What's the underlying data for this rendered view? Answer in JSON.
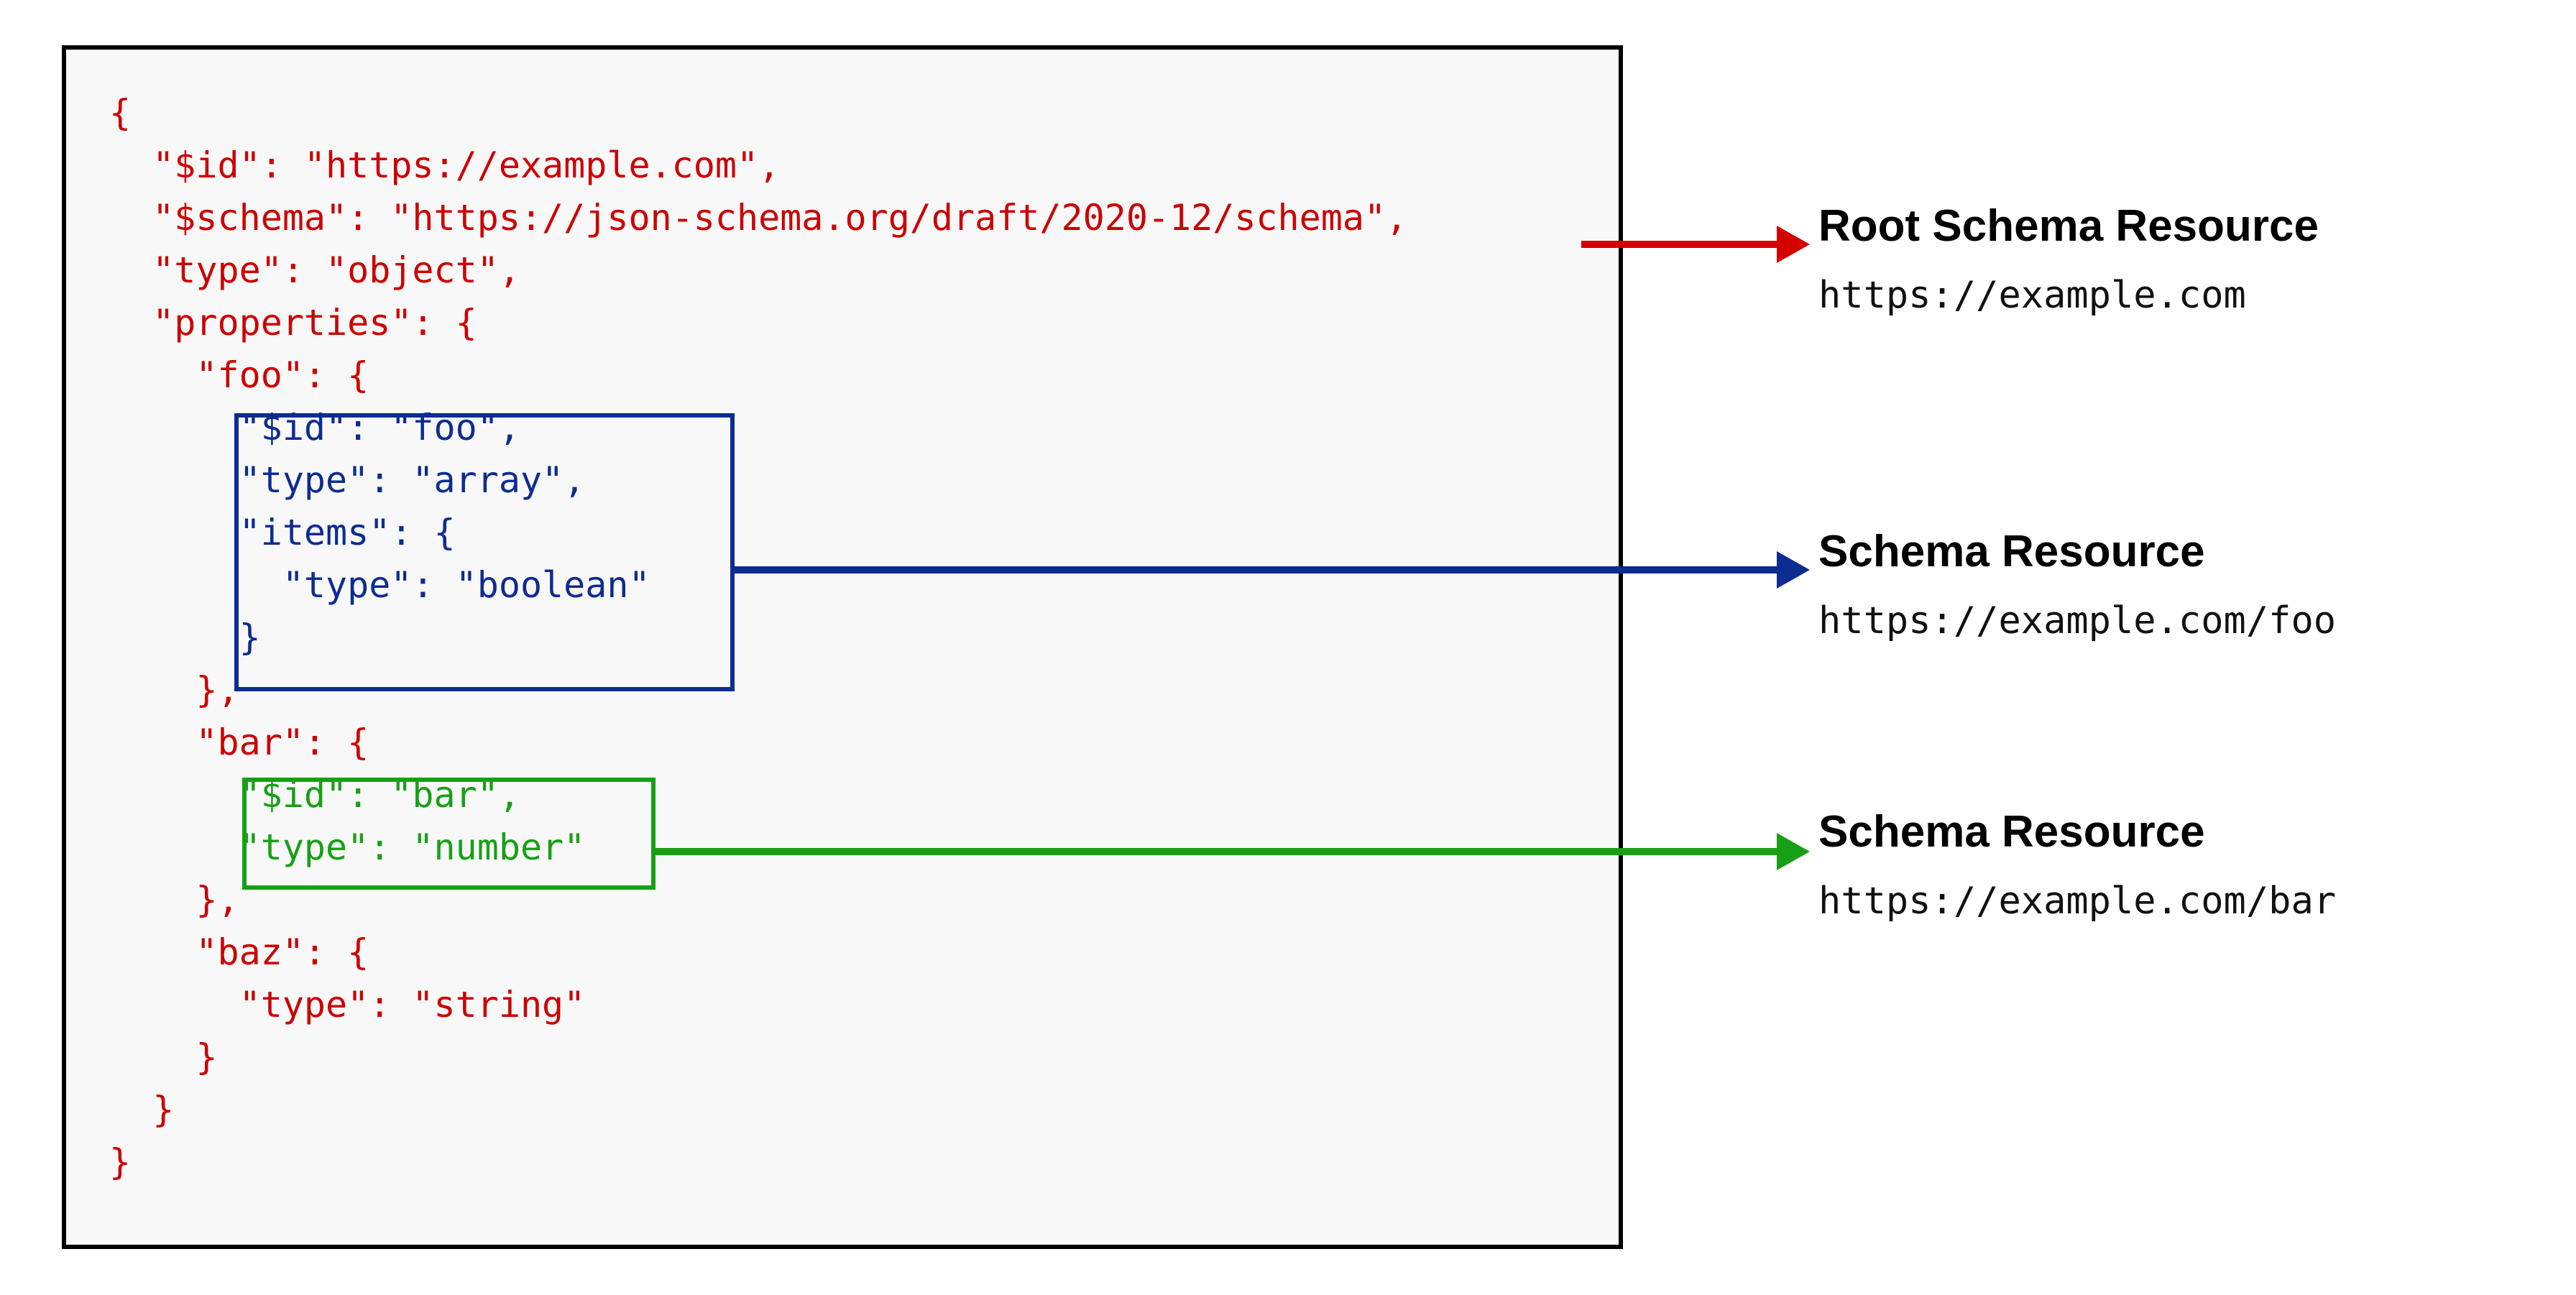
{
  "diagram": {
    "title_semantic": "json-schema-resource-identification",
    "colors": {
      "root_schema": "#cc0000",
      "foo_schema": "#0d2c91",
      "bar_schema": "#17a016",
      "panel_background": "#f8f8f8",
      "panel_border": "#000000",
      "label_text": "#000000"
    }
  },
  "code_panel": {
    "lines": [
      {
        "indent": 0,
        "text": "{",
        "color": "red"
      },
      {
        "indent": 1,
        "text": "\"$id\": \"https://example.com\",",
        "color": "red"
      },
      {
        "indent": 1,
        "text": "\"$schema\": \"https://json-schema.org/draft/2020-12/schema\",",
        "color": "red"
      },
      {
        "indent": 1,
        "text": "\"type\": \"object\",",
        "color": "red"
      },
      {
        "indent": 1,
        "text": "\"properties\": {",
        "color": "red"
      },
      {
        "indent": 2,
        "text": "\"foo\": {",
        "color": "red"
      },
      {
        "indent": 3,
        "text": "\"$id\": \"foo\",",
        "color": "blue"
      },
      {
        "indent": 3,
        "text": "\"type\": \"array\",",
        "color": "blue"
      },
      {
        "indent": 3,
        "text": "\"items\": {",
        "color": "blue"
      },
      {
        "indent": 4,
        "text": "\"type\": \"boolean\"",
        "color": "blue"
      },
      {
        "indent": 3,
        "text": "}",
        "color": "blue"
      },
      {
        "indent": 2,
        "text": "},",
        "color": "red"
      },
      {
        "indent": 2,
        "text": "\"bar\": {",
        "color": "red"
      },
      {
        "indent": 3,
        "text": "\"$id\": \"bar\",",
        "color": "green"
      },
      {
        "indent": 3,
        "text": "\"type\": \"number\"",
        "color": "green"
      },
      {
        "indent": 2,
        "text": "},",
        "color": "red"
      },
      {
        "indent": 2,
        "text": "\"baz\": {",
        "color": "red"
      },
      {
        "indent": 3,
        "text": "\"type\": \"string\"",
        "color": "red"
      },
      {
        "indent": 2,
        "text": "}",
        "color": "red"
      },
      {
        "indent": 1,
        "text": "}",
        "color": "red"
      },
      {
        "indent": 0,
        "text": "}",
        "color": "red"
      }
    ]
  },
  "annotations": [
    {
      "id": "root-schema-resource",
      "title": "Root Schema Resource",
      "url": "https://example.com",
      "arrow_color": "#d40000"
    },
    {
      "id": "foo-schema-resource",
      "title": "Schema Resource",
      "url": "https://example.com/foo",
      "arrow_color": "#0d2c91"
    },
    {
      "id": "bar-schema-resource",
      "title": "Schema Resource",
      "url": "https://example.com/bar",
      "arrow_color": "#17a016"
    }
  ]
}
